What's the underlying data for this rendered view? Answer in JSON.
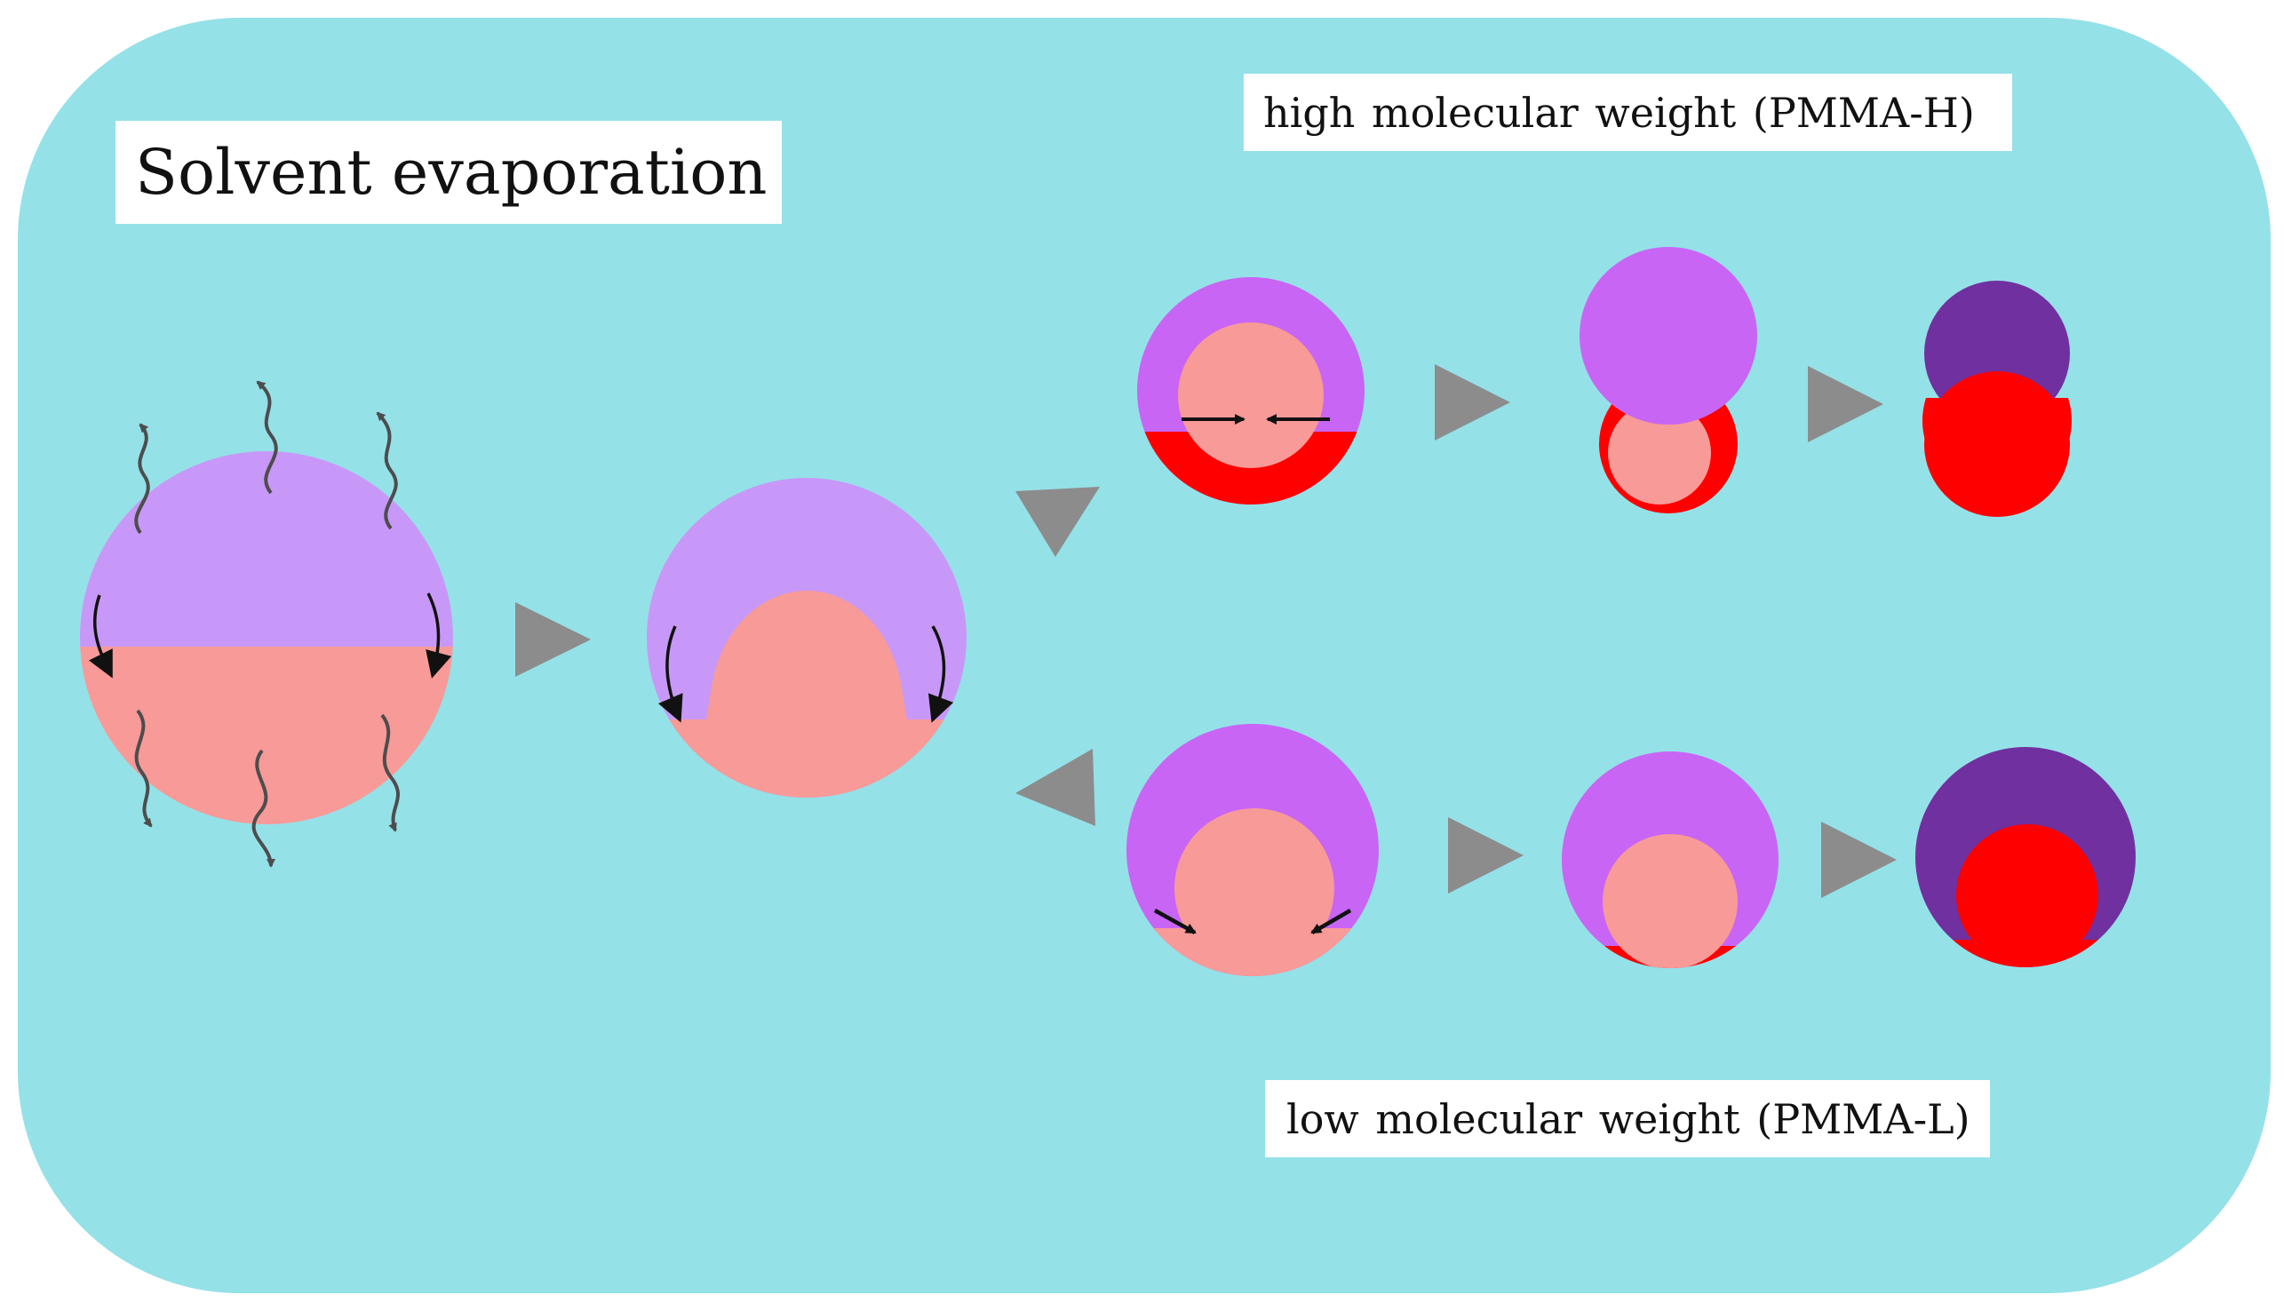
{
  "title": "Solvent evaporation",
  "labels": {
    "high": "high molecular weight  (PMMA-H)",
    "low": "low molecular weight  (PMMA-L)"
  },
  "colors": {
    "background_panel": "#95e1e8",
    "phase_light_purple": "#c898f8",
    "phase_purple": "#c865f5",
    "phase_dark_purple": "#7030a0",
    "phase_salmon": "#f89a98",
    "phase_red": "#fe0000",
    "arrow_gray": "#8c8c8c",
    "wavy_arrow": "#4d4d4d",
    "flow_arrow": "#111111"
  },
  "icons": {
    "evaporation": "wavy-arrow-icon",
    "step": "triangle-arrow-icon",
    "flow": "flow-arrow-icon"
  }
}
